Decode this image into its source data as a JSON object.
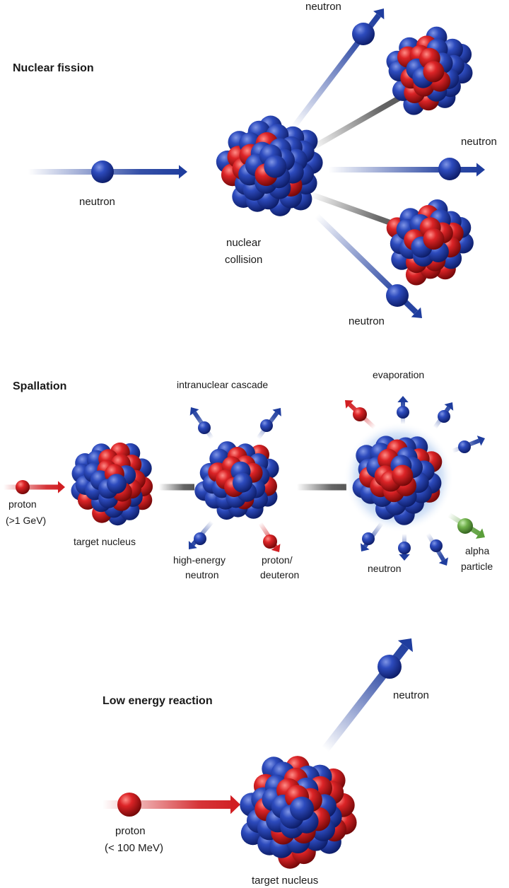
{
  "sections": {
    "fission": {
      "title": "Nuclear fission",
      "labels": {
        "incoming_neutron": "neutron",
        "collision": [
          "nuclear",
          "collision"
        ],
        "neutron_top": "neutron",
        "neutron_right": "neutron",
        "neutron_bottom": "neutron"
      }
    },
    "spallation": {
      "title": "Spallation",
      "labels": {
        "intranuclear_cascade": "intranuclear cascade",
        "evaporation": "evaporation",
        "proton": [
          "proton",
          "(>1 GeV)"
        ],
        "target_nucleus": "target nucleus",
        "high_energy_neutron": [
          "high-energy",
          "neutron"
        ],
        "proton_deuteron": [
          "proton/",
          "deuteron"
        ],
        "neutron": "neutron",
        "alpha_particle": [
          "alpha",
          "particle"
        ]
      }
    },
    "low_energy": {
      "title": "Low energy reaction",
      "labels": {
        "neutron": "neutron",
        "proton": [
          "proton",
          "(< 100 MeV)"
        ],
        "target_nucleus": "target nucleus"
      }
    }
  },
  "colors": {
    "neutron": "#1f3d9e",
    "proton": "#d11e22",
    "alpha": "#5a9e3a",
    "fragment_link": "#555555"
  }
}
